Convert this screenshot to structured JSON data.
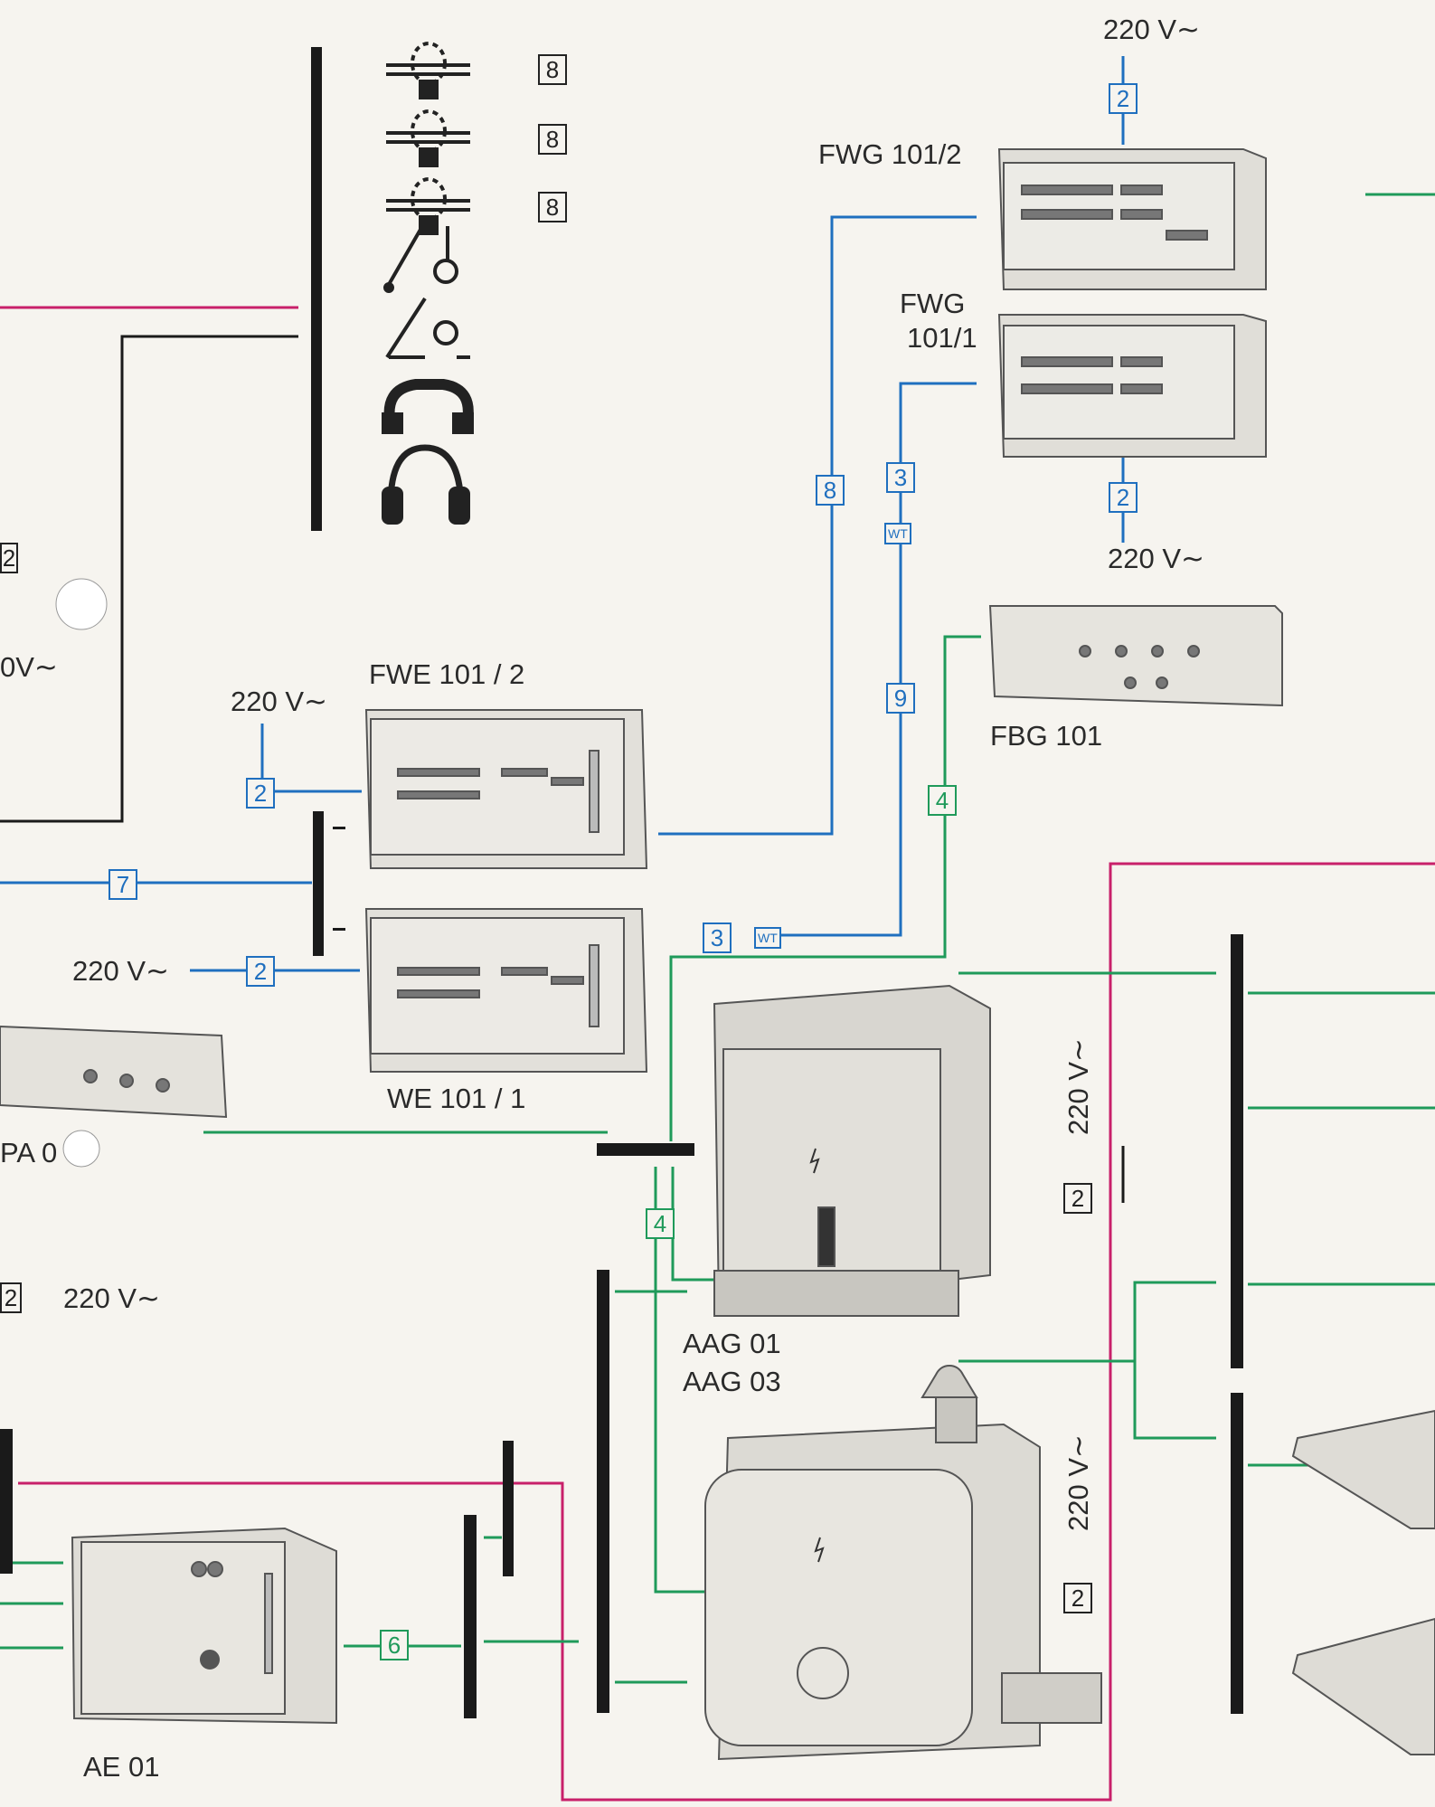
{
  "colors": {
    "blue_line": "#1f6fbf",
    "green_line": "#1f9a5a",
    "magenta_line": "#c8206a",
    "bar": "#1a1a1a",
    "background": "#f6f4ef"
  },
  "devices": {
    "fwg_101_2": "FWG 101/2",
    "fwg_101_1_line1": "FWG",
    "fwg_101_1_line2": "101/1",
    "fwe_101_2": "FWE 101 / 2",
    "we_101_1": "WE 101 / 1",
    "fbg_101": "FBG 101",
    "aag_01": "AAG 01",
    "aag_03": "AAG 03",
    "ae_01": "AE 01",
    "pa_0": "PA 0"
  },
  "power": {
    "v1": "220 V∼",
    "v2": "220 V∼",
    "v3": "220 V∼",
    "v4": "220 V∼",
    "v5": "220 V∼",
    "v6": "220 V∼",
    "v7": "220 V∼",
    "v8": "0V∼"
  },
  "connectors": {
    "c8a": "8",
    "c8b": "8",
    "c8c": "8",
    "c2_fwg_top": "2",
    "c8_mid": "8",
    "c3_wt": "3",
    "wt1": "WT",
    "c2_fwg_bot": "2",
    "c9": "9",
    "c4_top": "4",
    "c2_fwe": "2",
    "c7": "7",
    "c2_we": "2",
    "c3_we": "3",
    "wt2": "WT",
    "c4_bot": "4",
    "c2_aag01": "2",
    "c2_aag03": "2",
    "c6": "6",
    "c2_left_top": "2",
    "c2_left_bot": "2"
  }
}
